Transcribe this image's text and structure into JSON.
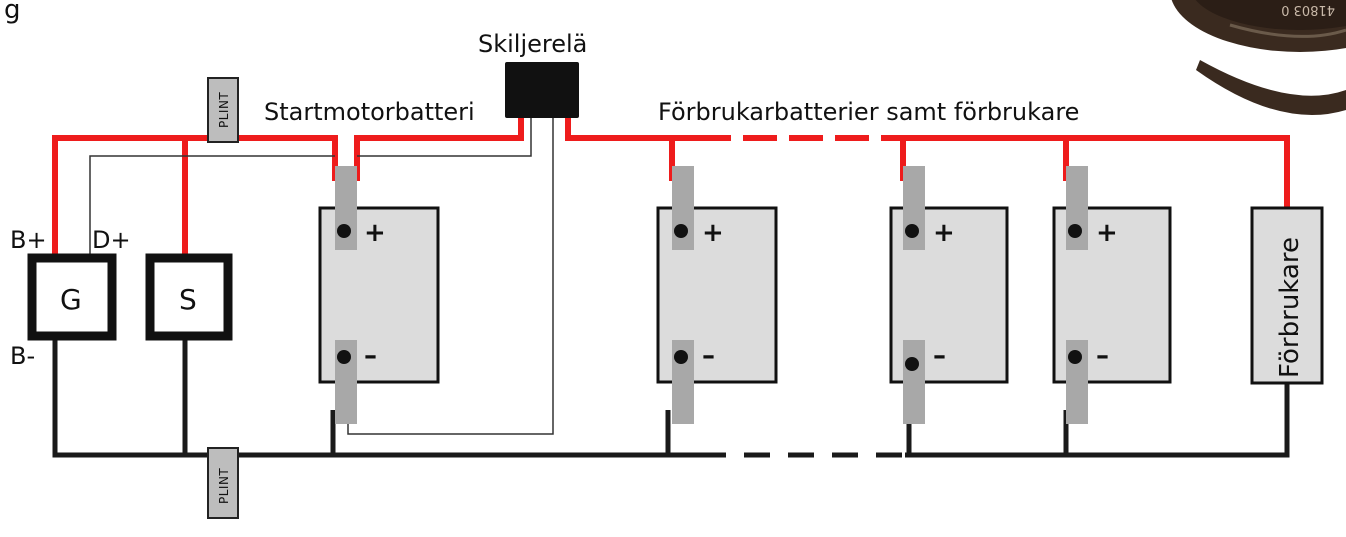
{
  "labels": {
    "isolator": "Skiljerelä",
    "start_battery": "Startmotorbatteri",
    "service_batteries": "Förbrukarbatterier samt förbrukare",
    "b_plus": "B+",
    "d_plus": "D+",
    "b_minus": "B-",
    "generator": "G",
    "starter": "S",
    "consumer": "Förbrukare",
    "plint_top": "PLINT",
    "plint_bottom": "PLINT"
  },
  "batteries": [
    {
      "plus": "+",
      "minus": "–"
    },
    {
      "plus": "+",
      "minus": "–"
    },
    {
      "plus": "+",
      "minus": "–"
    },
    {
      "plus": "+",
      "minus": "–"
    }
  ],
  "partial_text": {
    "top_left": "g",
    "cable_print": "41803 0"
  },
  "colors": {
    "positive_wire": "#ee1c1c",
    "negative_wire": "#1a1a1a",
    "sense_wire": "#333333",
    "battery_fill": "#dcdcdc",
    "terminal": "#a8a8a8",
    "cable": "#3a2a1f"
  }
}
